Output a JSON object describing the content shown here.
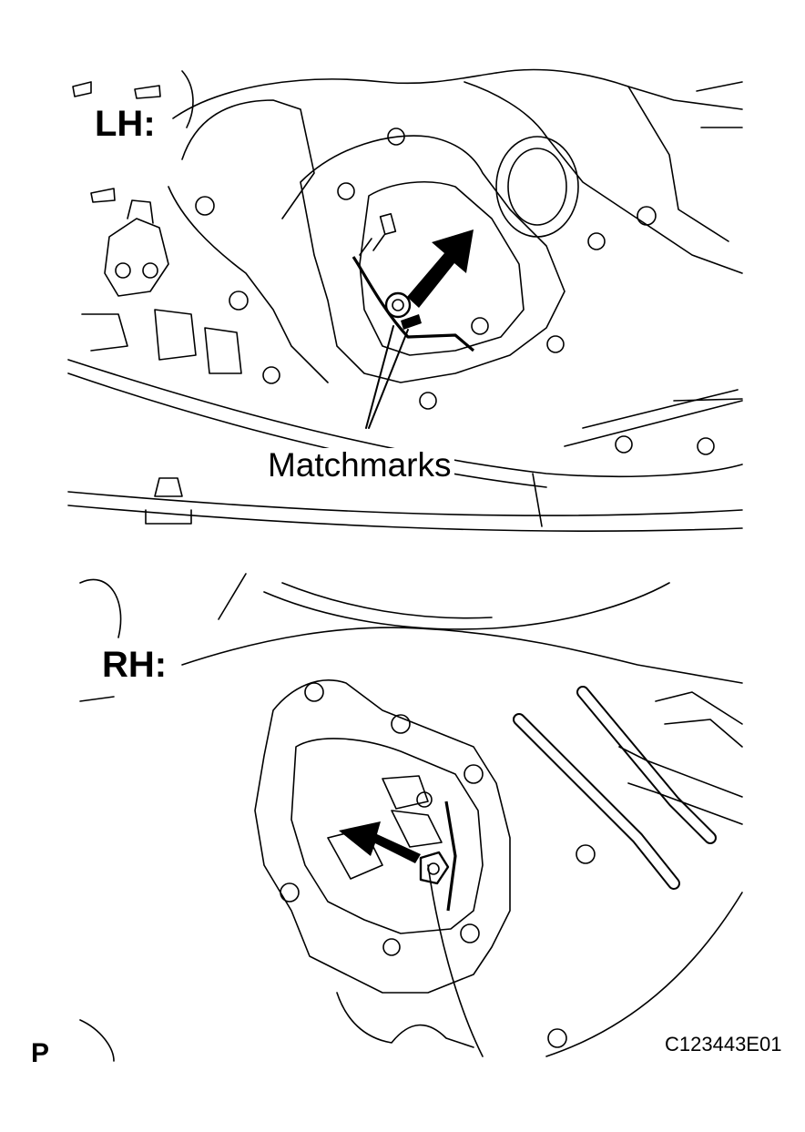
{
  "views": {
    "lh": {
      "label": "LH:"
    },
    "rh": {
      "label": "RH:"
    }
  },
  "callout": {
    "label": "Matchmarks"
  },
  "corner_letter": "P",
  "figure_code": "C123443E01",
  "colors": {
    "line": "#000000",
    "background": "#ffffff"
  },
  "icons": {
    "pointer": "arrow-icon",
    "fastener": "bolt-icon"
  }
}
